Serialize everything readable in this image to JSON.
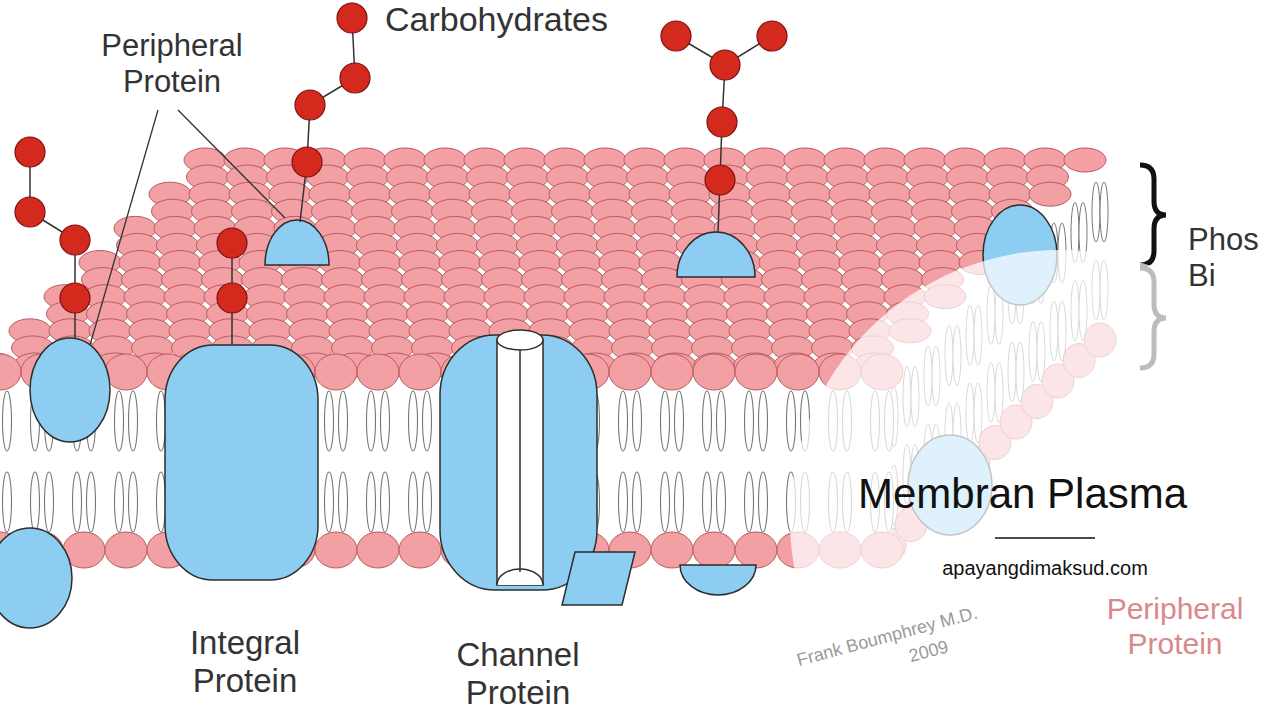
{
  "diagram": {
    "title": "Membran Plasma",
    "caption": "apayangdimaksud.com",
    "labels": [
      "Carbohydrates",
      "Peripheral Protein",
      "Integral Protein",
      "Channel Protein",
      "Phos Bi",
      "Peripheral Protein",
      "Frank Boumphrey M.D.",
      "2009"
    ]
  }
}
